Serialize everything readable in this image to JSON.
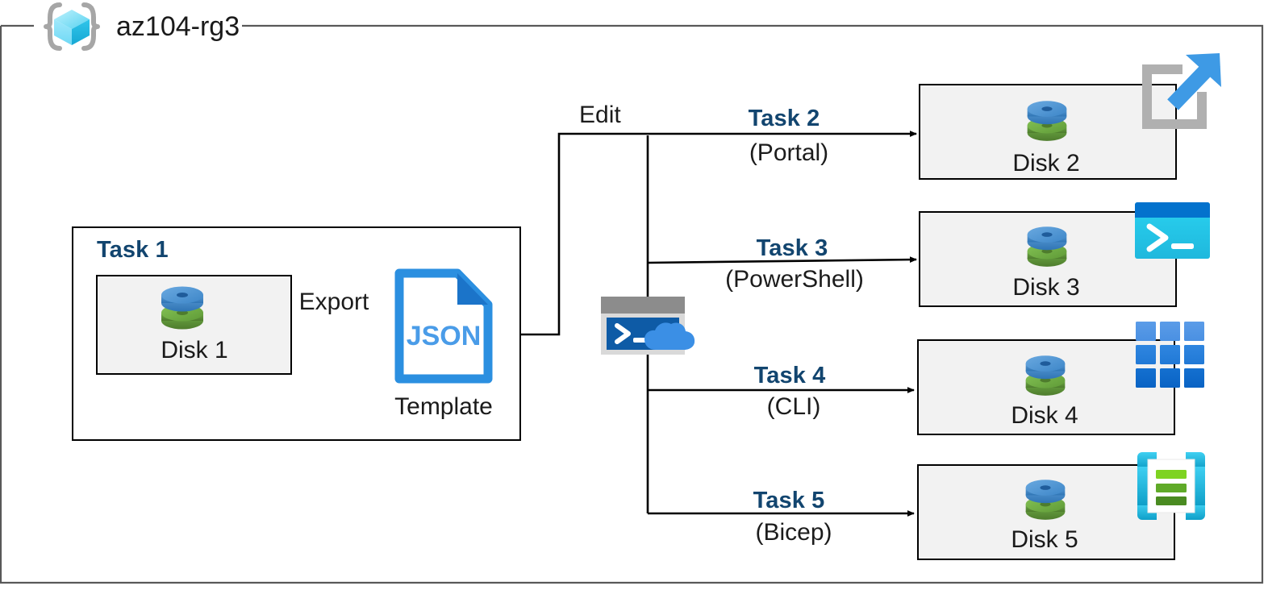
{
  "diagram": {
    "type": "azure-architecture-flow",
    "container": {
      "name": "az104-rg3",
      "icon": "resource-group-icon",
      "border_color": "#595959",
      "background": "#ffffff"
    },
    "accent_color": "#12456f",
    "box_fill": "#f2f2f2",
    "box_border": "#000000",
    "task1": {
      "label": "Task 1",
      "source_box": {
        "label": "Disk 1",
        "icon": "managed-disk-icon"
      },
      "arrow_label": "Export",
      "artifact": {
        "icon": "json-file-icon",
        "icon_text": "JSON",
        "caption": "Template"
      }
    },
    "edit_label": "Edit",
    "shell": {
      "icon": "cloud-shell-icon",
      "name": "Azure Cloud Shell"
    },
    "branches": [
      {
        "task": "Task 2",
        "method": "(Portal)",
        "target": "Disk 2",
        "target_icon": "managed-disk-icon",
        "tool_icon": "azure-portal-icon"
      },
      {
        "task": "Task 3",
        "method": "(PowerShell)",
        "target": "Disk 3",
        "target_icon": "managed-disk-icon",
        "tool_icon": "powershell-icon"
      },
      {
        "task": "Task 4",
        "method": "(CLI)",
        "target": "Disk 4",
        "target_icon": "managed-disk-icon",
        "tool_icon": "azure-cli-icon"
      },
      {
        "task": "Task 5",
        "method": "(Bicep)",
        "target": "Disk 5",
        "target_icon": "managed-disk-icon",
        "tool_icon": "bicep-icon"
      }
    ]
  }
}
